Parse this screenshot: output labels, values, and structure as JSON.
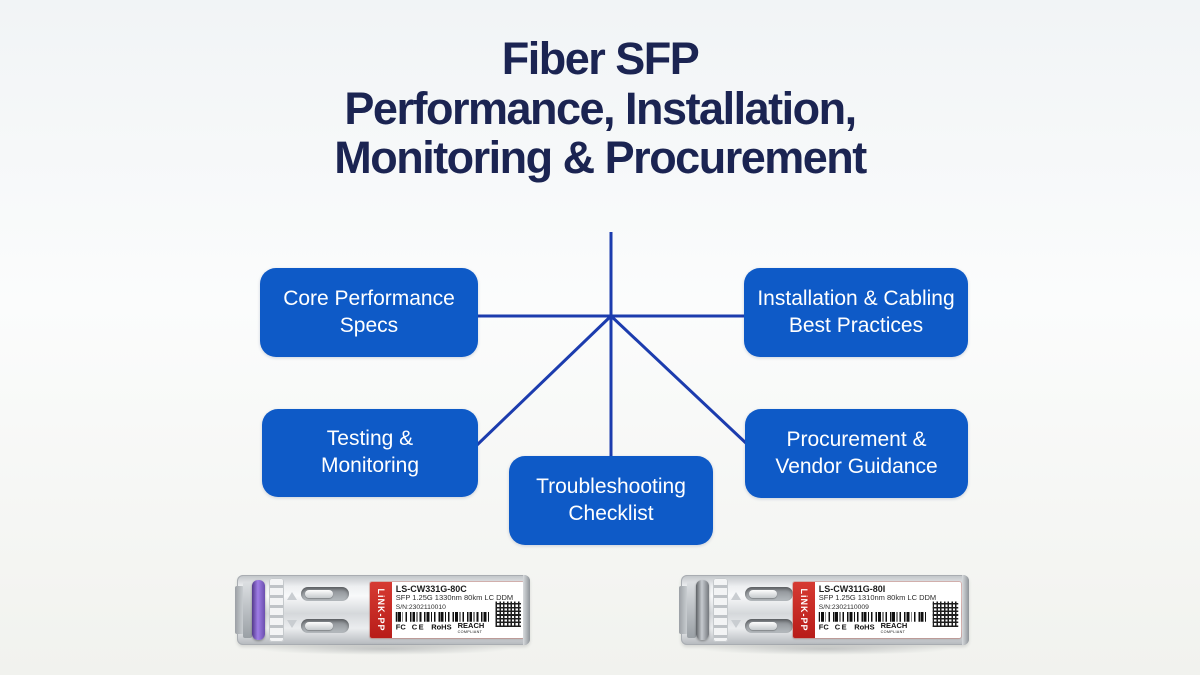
{
  "title": "Fiber SFP\nPerformance, Installation,\nMonitoring & Procurement",
  "nodes": {
    "core": {
      "label": "Core Performance\nSpecs"
    },
    "installation": {
      "label": "Installation & Cabling\nBest Practices"
    },
    "testing": {
      "label": "Testing &\nMonitoring"
    },
    "troubleshooting": {
      "label": "Troubleshooting\nChecklist"
    },
    "procurement": {
      "label": "Procurement &\nVendor Guidance"
    }
  },
  "modules": [
    {
      "brand": "LiNK-PP",
      "model": "LS-CW331G-80C",
      "spec": "SFP 1.25G 1330nm 80km LC DDM",
      "serial": "S/N:2302110010",
      "marks": [
        "FC",
        "CE",
        "RoHS",
        "REACH"
      ],
      "reach_sub": "COMPLIANT",
      "latch_color": "#7d57c9"
    },
    {
      "brand": "LiNK-PP",
      "model": "LS-CW311G-80I",
      "spec": "SFP 1.25G 1310nm 80km LC DDM",
      "serial": "S/N:2302110009",
      "marks": [
        "FC",
        "CE",
        "RoHS",
        "REACH"
      ],
      "reach_sub": "COMPLIANT",
      "latch_color": "#878d93"
    }
  ],
  "colors": {
    "box_blue": "#0e5ac7",
    "line_blue": "#1c3cae",
    "title_navy": "#1b2452",
    "brand_red": "#c6251f",
    "background": "#f6f8f9"
  }
}
